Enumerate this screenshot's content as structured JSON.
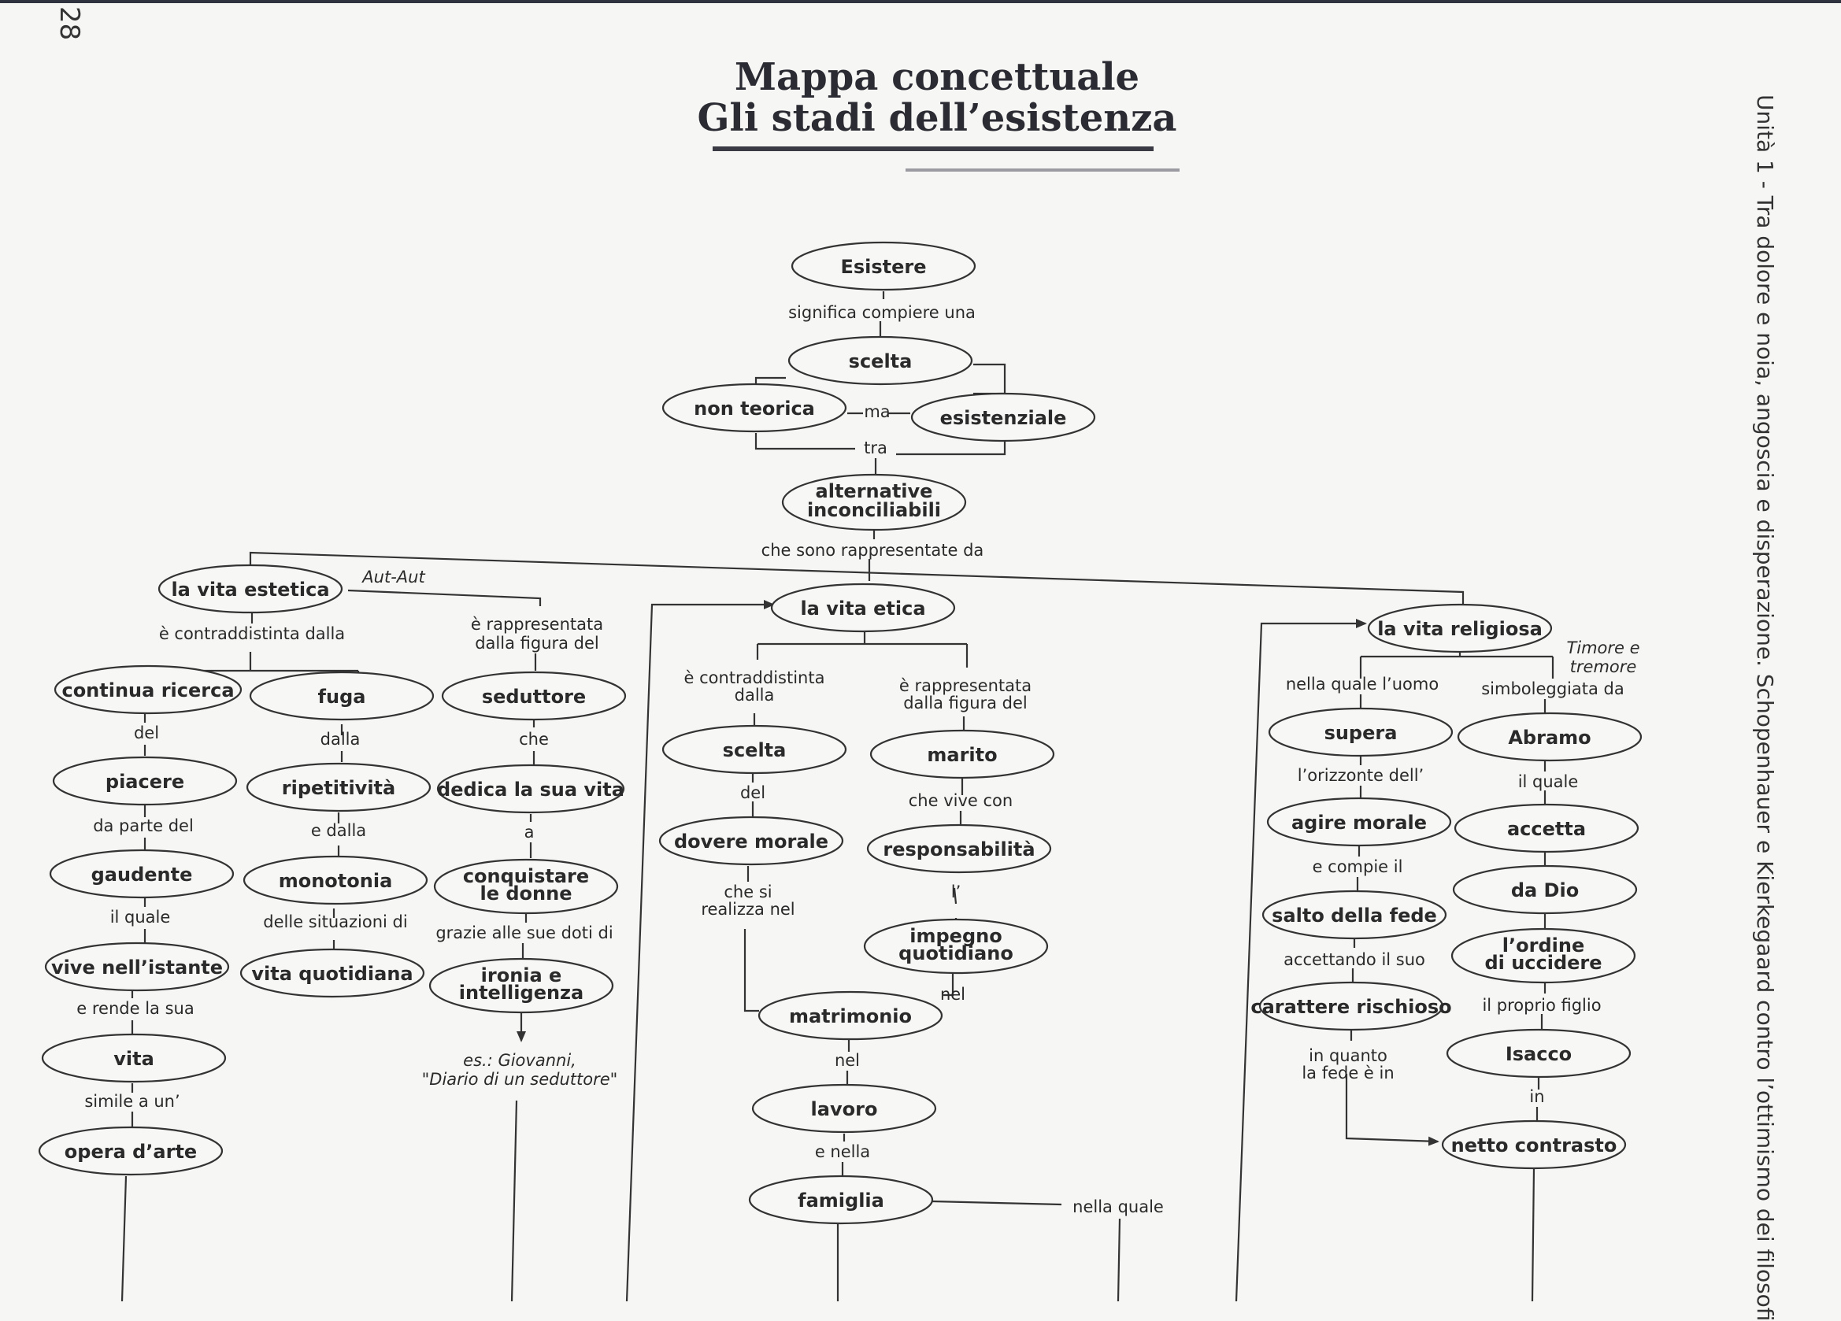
{
  "page_number": "28",
  "title_line1": "Mappa concettuale",
  "title_line2": "Gli stadi dell’esistenza",
  "side_header": "Unità 1 - Tra dolore e noia, angoscia e disperazione. Schopenhauer e Kierkegaard contro l’ottimismo dei filosofi",
  "nodes": {
    "esistere": "Esistere",
    "scelta_top": "scelta",
    "non_teorica": "non teorica",
    "esistenziale": "esistenziale",
    "alternative_1": "alternative",
    "alternative_2": "inconciliabili",
    "vita_estetica": "la vita estetica",
    "vita_etica": "la vita etica",
    "vita_religiosa": "la vita religiosa",
    "continua_ricerca": "continua ricerca",
    "piacere": "piacere",
    "gaudente": "gaudente",
    "vive_istante": "vive nell’istante",
    "vita": "vita",
    "opera_arte": "opera d’arte",
    "fuga": "fuga",
    "ripetitivita": "ripetitività",
    "monotonia": "monotonia",
    "vita_quotidiana": "vita quotidiana",
    "seduttore": "seduttore",
    "dedica": "dedica la sua vita",
    "conquistare_1": "conquistare",
    "conquistare_2": "le donne",
    "ironia_1": "ironia e",
    "ironia_2": "intelligenza",
    "scelta_etica": "scelta",
    "dovere_morale": "dovere morale",
    "marito": "marito",
    "responsabilita": "responsabilità",
    "impegno_1": "impegno",
    "impegno_2": "quotidiano",
    "matrimonio": "matrimonio",
    "lavoro": "lavoro",
    "famiglia": "famiglia",
    "supera": "supera",
    "agire_morale": "agire morale",
    "salto_fede": "salto della fede",
    "carattere_rischioso": "carattere rischioso",
    "abramo": "Abramo",
    "accetta": "accetta",
    "da_dio": "da Dio",
    "ordine_1": "l’ordine",
    "ordine_2": "di uccidere",
    "isacco": "Isacco",
    "netto_contrasto": "netto contrasto"
  },
  "labels": {
    "significa": "significa compiere una",
    "ma": "ma",
    "tra": "tra",
    "rappresentate_da": "che sono rappresentate da",
    "aut_aut": "Aut-Aut",
    "contraddistinta_dalla": "è contraddistinta dalla",
    "rappresentata_1": "è rappresentata",
    "rappresentata_2": "dalla figura del",
    "del1": "del",
    "dalla1": "dalla",
    "che1": "che",
    "da_parte_del": "da parte del",
    "e_dalla": "e dalla",
    "a1": "a",
    "il_quale1": "il quale",
    "situazioni_di": "delle situazioni di",
    "grazie_doti": "grazie alle sue doti di",
    "e_rende": "e rende la sua",
    "simile": "simile a un’",
    "es_1": "es.: Giovanni,",
    "es_2": "\"Diario di un seduttore\"",
    "etica_contr_1": "è contraddistinta",
    "etica_contr_2": "dalla",
    "etica_rappr_1": "è rappresentata",
    "etica_rappr_2": "dalla figura del",
    "del2": "del",
    "che_vive_con": "che vive con",
    "che_si_1": "che si",
    "che_si_2": "realizza nel",
    "l_apos": "l’",
    "nel1": "nel",
    "nel2": "nel",
    "e_nella": "e nella",
    "nella_quale": "nella quale",
    "timore_1": "Timore e",
    "timore_2": "tremore",
    "nella_quale_uomo": "nella quale l’uomo",
    "simboleggiata": "simboleggiata da",
    "orizzonte": "l’orizzonte dell’",
    "il_quale2": "il quale",
    "e_compie": "e compie il",
    "accettando": "accettando il suo",
    "proprio_figlio": "il proprio figlio",
    "in_quanto_1": "in quanto",
    "in_quanto_2": "la fede è in",
    "in1": "in"
  }
}
